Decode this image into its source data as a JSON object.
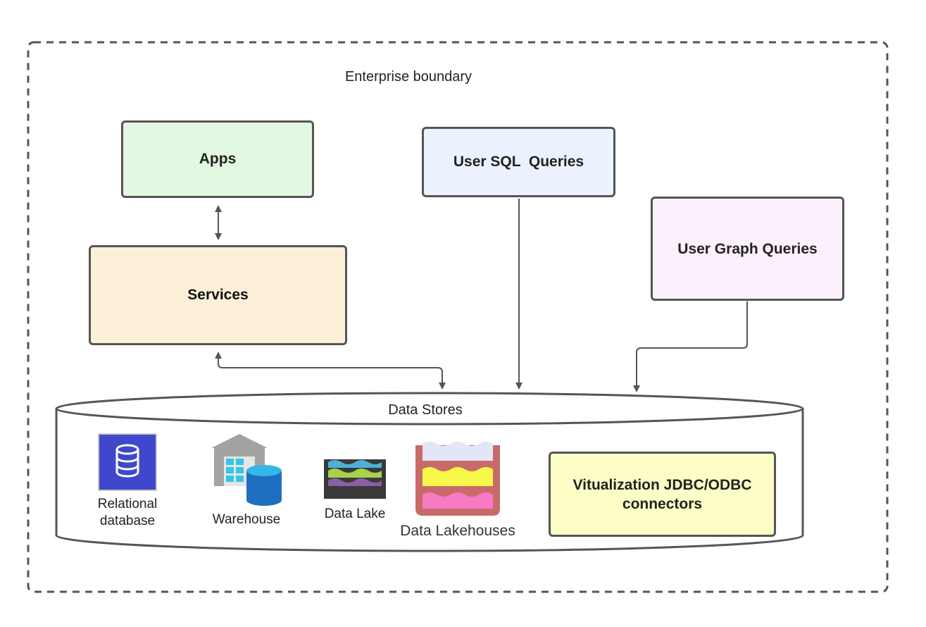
{
  "boundary": {
    "label": "Enterprise boundary"
  },
  "boxes": {
    "apps": "Apps",
    "services": "Services",
    "sql": "User SQL  Queries",
    "graph": "User Graph Queries",
    "virtualization": "Vitualization JDBC/ODBC connectors"
  },
  "datastores": {
    "title": "Data Stores",
    "relational": "Relational database",
    "warehouse": "Warehouse",
    "lake": "Data Lake",
    "lakehouse": "Data Lakehouses"
  },
  "colors": {
    "apps": "#e2f8e2",
    "services": "#fdf0d8",
    "sql": "#ecf2fd",
    "graph": "#fcf0fd",
    "virtualization": "#fdfdc7",
    "line": "#555555"
  },
  "icons": [
    "database-icon",
    "warehouse-icon",
    "data-lake-icon",
    "data-lakehouse-icon",
    "graph-network-icon"
  ]
}
